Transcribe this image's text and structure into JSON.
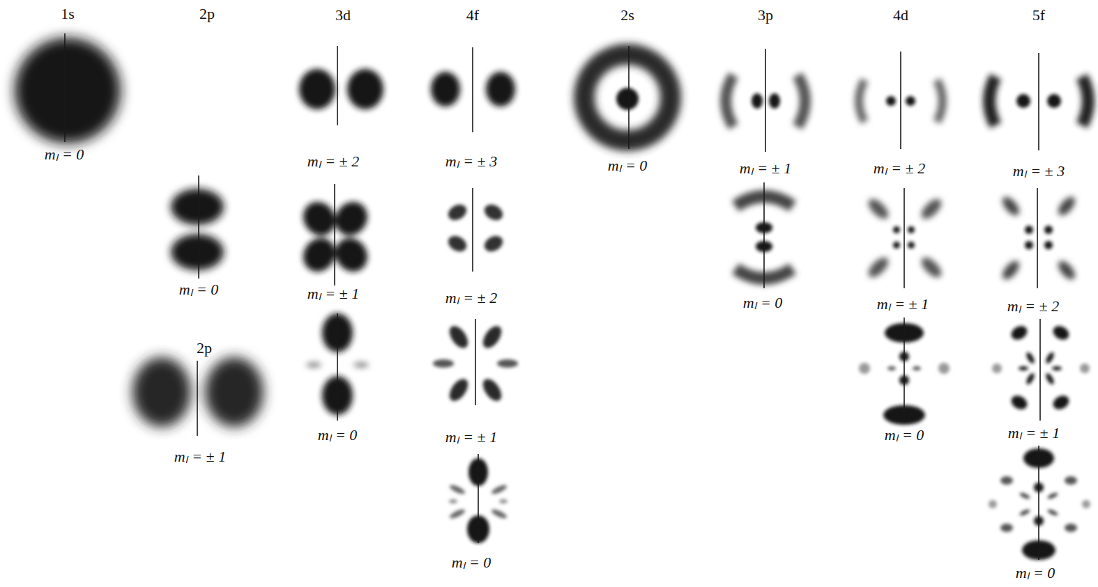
{
  "diagram": {
    "labels": [
      "1s",
      "mₗ = 0",
      "2p",
      "mₗ = 0",
      "2p",
      "mₗ = ± 1",
      "3d",
      "mₗ = ± 2",
      "mₗ = ± 1",
      "mₗ = 0",
      "4f",
      "mₗ = ± 3",
      "mₗ = ± 2",
      "mₗ = ± 1",
      "mₗ = 0",
      "2s",
      "mₗ = 0",
      "3p",
      "mₗ = ± 1",
      "mₗ = 0",
      "4d",
      "mₗ = ± 2",
      "mₗ = ± 1",
      "mₗ = 0",
      "5f",
      "mₗ = ± 3",
      "mₗ = ± 2",
      "mₗ = ± 1",
      "mₗ = 0"
    ]
  }
}
